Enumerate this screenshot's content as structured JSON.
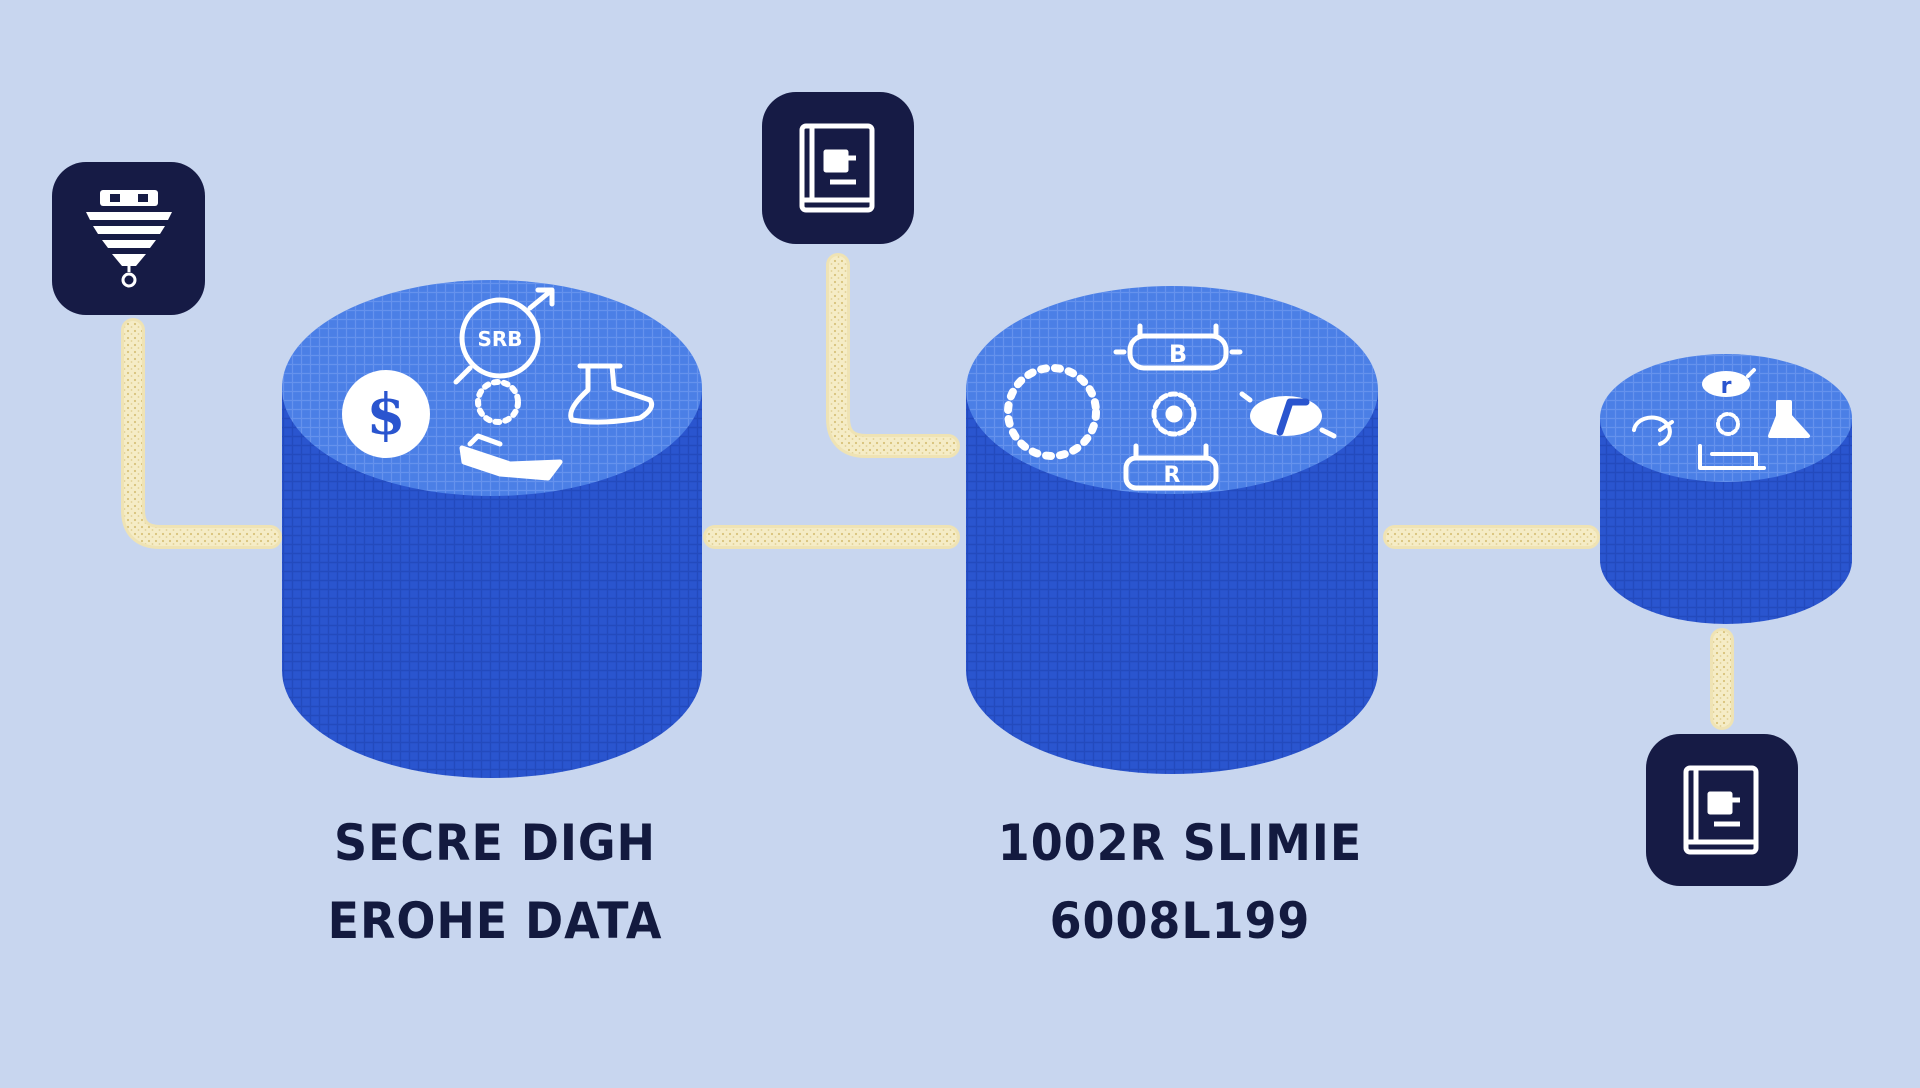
{
  "colors": {
    "background": "#c8d6ef",
    "cylinder_top": "#4b7fe6",
    "cylinder_body": "#2a55cf",
    "cylinder_body_dark": "#1f43b3",
    "connector": "#f5ecc6",
    "icon_tile": "#161b45",
    "label_text": "#131a3f"
  },
  "nodes": [
    {
      "id": "db-1",
      "label_lines": [
        "SECRE DIGH",
        "EROHE DATA"
      ],
      "top_icons": [
        "dollar-coin-icon",
        "gender-ring-icon",
        "dotted-ring-icon",
        "flask-icon",
        "handshake-icon"
      ],
      "top_icon_text": "SRB"
    },
    {
      "id": "db-2",
      "label_lines": [
        "1002R SLIMIE",
        "6008L199"
      ],
      "top_icons": [
        "pipe-b-icon",
        "dotted-ring-icon",
        "gear-icon",
        "arrow-badge-icon",
        "pipe-r-icon"
      ],
      "top_icon_text_a": "B",
      "top_icon_text_b": "R"
    },
    {
      "id": "db-3",
      "label_lines": [],
      "top_icons": [
        "badge-r-icon",
        "cycle-arrows-icon",
        "gear-icon",
        "flask-icon",
        "bed-icon"
      ],
      "top_icon_text": "r"
    }
  ],
  "external_icons": [
    {
      "id": "funnel-tile",
      "icon": "funnel-icon"
    },
    {
      "id": "book-tile-top",
      "icon": "book-icon"
    },
    {
      "id": "book-tile-bottom",
      "icon": "book-icon"
    }
  ]
}
